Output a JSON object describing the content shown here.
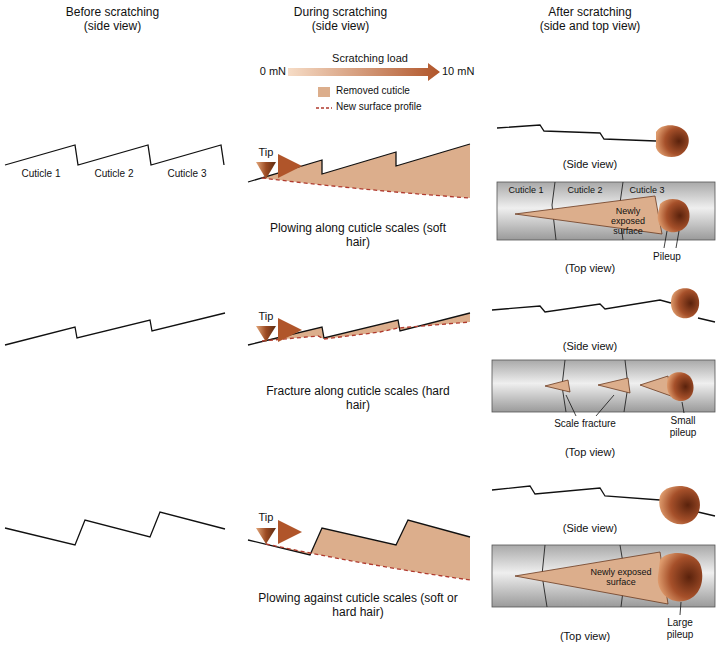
{
  "diagram": {
    "labels": [
      "Before scratching (side view)",
      "During scratching (side view)",
      "After scratching (side and top view)",
      "Scratching load",
      "0 mN",
      "10 mN",
      "Cuticle 1",
      "Cuticle 2",
      "Cuticle 3",
      "Tip",
      "Plowing along cuticle scales (soft hair)",
      "(Side view)",
      "Cuticle 1",
      "Cuticle 2",
      "Cuticle 3",
      "Newly exposed surface",
      "Pileup",
      "(Top view)",
      "Tip",
      "Fracture along cuticle scales (hard hair)",
      "(Side view)",
      "Scale fracture",
      "Small pileup",
      "(Top view)",
      "Tip",
      "Plowing against cuticle scales (soft or hard hair)",
      "(Side view)",
      "Newly exposed surface",
      "Large pileup",
      "(Top view)"
    ],
    "legend": [
      {
        "text": "Removed cuticle",
        "color": "#dcae8c"
      },
      {
        "text": "New surface profile"
      }
    ]
  }
}
